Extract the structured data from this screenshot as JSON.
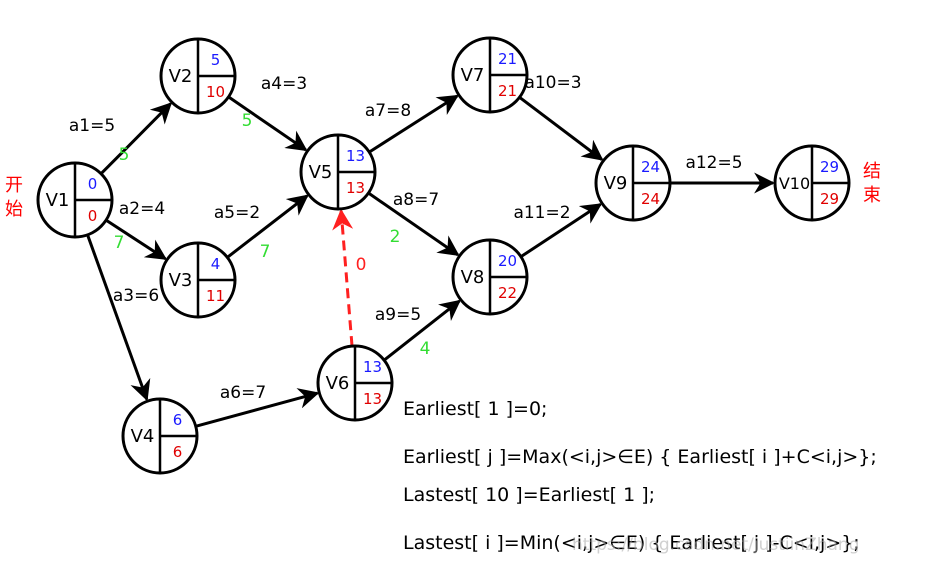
{
  "start_label": [
    "开",
    "始"
  ],
  "end_label": [
    "结",
    "束"
  ],
  "colors": {
    "earliest": "#1a1aff",
    "latest": "#e00000",
    "weight": "#33dd33",
    "critical_dashed": "#ff2020",
    "stroke": "#000000"
  },
  "nodes": [
    {
      "id": "v1",
      "name": "V1",
      "earliest": "0",
      "latest": "0"
    },
    {
      "id": "v2",
      "name": "V2",
      "earliest": "5",
      "latest": "10"
    },
    {
      "id": "v3",
      "name": "V3",
      "earliest": "4",
      "latest": "11"
    },
    {
      "id": "v4",
      "name": "V4",
      "earliest": "6",
      "latest": "6"
    },
    {
      "id": "v5",
      "name": "V5",
      "earliest": "13",
      "latest": "13"
    },
    {
      "id": "v6",
      "name": "V6",
      "earliest": "13",
      "latest": "13"
    },
    {
      "id": "v7",
      "name": "V7",
      "earliest": "21",
      "latest": "21"
    },
    {
      "id": "v8",
      "name": "V8",
      "earliest": "20",
      "latest": "22"
    },
    {
      "id": "v9",
      "name": "V9",
      "earliest": "24",
      "latest": "24"
    },
    {
      "id": "v10",
      "name": "V10",
      "earliest": "29",
      "latest": "29"
    }
  ],
  "edges": [
    {
      "id": "a1",
      "from": "v1",
      "to": "v2",
      "label": "a1=5",
      "weight": "5"
    },
    {
      "id": "a2",
      "from": "v1",
      "to": "v3",
      "label": "a2=4",
      "weight": "7"
    },
    {
      "id": "a3",
      "from": "v1",
      "to": "v4",
      "label": "a3=6",
      "weight": ""
    },
    {
      "id": "a4",
      "from": "v2",
      "to": "v5",
      "label": "a4=3",
      "weight": "5"
    },
    {
      "id": "a5",
      "from": "v3",
      "to": "v5",
      "label": "a5=2",
      "weight": "7"
    },
    {
      "id": "a6",
      "from": "v4",
      "to": "v6",
      "label": "a6=7",
      "weight": ""
    },
    {
      "id": "a7",
      "from": "v5",
      "to": "v7",
      "label": "a7=8",
      "weight": ""
    },
    {
      "id": "a8",
      "from": "v5",
      "to": "v8",
      "label": "a8=7",
      "weight": "2"
    },
    {
      "id": "a9",
      "from": "v6",
      "to": "v8",
      "label": "a9=5",
      "weight": "4"
    },
    {
      "id": "a10",
      "from": "v7",
      "to": "v9",
      "label": "a10=3",
      "weight": ""
    },
    {
      "id": "a11",
      "from": "v8",
      "to": "v9",
      "label": "a11=2",
      "weight": ""
    },
    {
      "id": "a12",
      "from": "v9",
      "to": "v10",
      "label": "a12=5",
      "weight": ""
    },
    {
      "id": "virtual",
      "from": "v6",
      "to": "v5",
      "label": "",
      "weight": "0",
      "dashed": true
    }
  ],
  "formulas": [
    "Earliest[ 1 ]=0;",
    "Earliest[ j ]=Max(<i,j>∈E) { Earliest[ i ]+C<i,j>};",
    "Lastest[ 10 ]=Earliest[ 1 ];",
    "Lastest[ i ]=Min(<i,j>∈E) { Earliest[ j ]-C<i,j>};"
  ],
  "watermark": "https://blog.csdn.net/justiinZhang"
}
